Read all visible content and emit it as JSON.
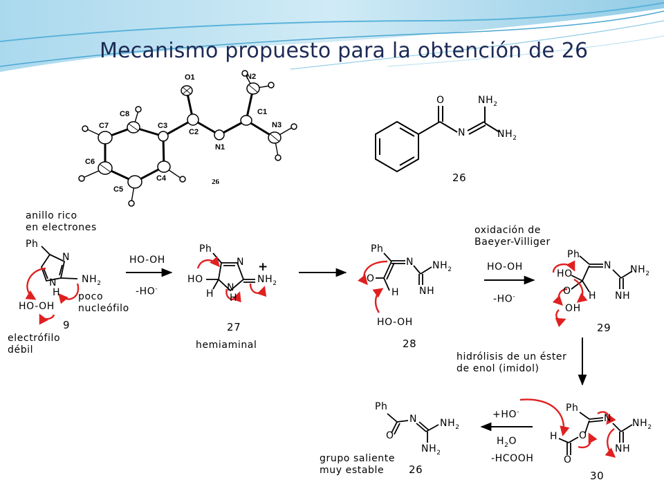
{
  "slide": {
    "title": "Mecanismo propuesto para la obtención de 26",
    "colors": {
      "title": "#1d2a55",
      "arrow_red": "#e02020",
      "wave_blue": "#5ab3da",
      "text": "#000000"
    }
  },
  "crystal": {
    "atoms": {
      "O1": "O1",
      "N2": "N2",
      "C1": "C1",
      "N3": "N3",
      "C3": "C3",
      "C2": "C2",
      "N1": "N1",
      "C7": "C7",
      "C8": "C8",
      "C6": "C6",
      "C5": "C5",
      "C4": "C4"
    },
    "compound_label": "26"
  },
  "structures": {
    "s26_top": {
      "number": "26",
      "O": "O",
      "N": "N",
      "NH2": "NH",
      "sub2": "2"
    },
    "s9": {
      "number": "9",
      "Ph": "Ph",
      "N": "N",
      "NH": "N",
      "H": "H",
      "NH2": "NH",
      "sub2": "2",
      "reagent": "HO-OH"
    },
    "s27": {
      "number": "27",
      "Ph": "Ph",
      "N": "N",
      "HO": "HO",
      "H": "H",
      "NH": "N",
      "Hn": "H",
      "NH2": "NH",
      "sub2": "2",
      "plus": "+"
    },
    "s28": {
      "number": "28",
      "Ph": "Ph",
      "N": "N",
      "O": "O",
      "H": "H",
      "NH": "NH",
      "NH2": "NH",
      "sub2": "2",
      "reagent": "HO-OH"
    },
    "s29": {
      "number": "29",
      "Ph": "Ph",
      "N": "N",
      "HO": "HO",
      "O": "O",
      "OH": "OH",
      "H": "H",
      "NH": "NH",
      "NH2": "NH",
      "sub2": "2"
    },
    "s30": {
      "number": "30",
      "Ph": "Ph",
      "N": "N",
      "H": "H",
      "O": "O",
      "O2": "O",
      "NH": "NH",
      "NH2": "NH",
      "sub2": "2"
    },
    "s26_bottom": {
      "number": "26",
      "Ph": "Ph",
      "N": "N",
      "O": "O",
      "NH2a": "NH",
      "NH2b": "NH",
      "sub2": "2"
    }
  },
  "annotations": {
    "rich_ring": [
      "anillo rico",
      "en electrones"
    ],
    "weak_nucleophile": [
      "poco",
      "nucleófilo"
    ],
    "weak_electrophile": [
      "electrófilo",
      "débil"
    ],
    "hemiaminal": "hemiaminal",
    "baeyer_villiger": [
      "oxidación de",
      "Baeyer-Villiger"
    ],
    "hydrolysis": [
      "hidrólisis de un éster",
      "de enol (imidol)"
    ],
    "leaving_group": [
      "grupo saliente",
      "muy estable"
    ]
  },
  "arrows": {
    "a1": {
      "above": "HO-OH",
      "below": "-HO",
      "sup": "-"
    },
    "a3": {
      "above": "HO-OH",
      "below": "-HO",
      "sup": "-"
    },
    "a5": {
      "above": "+HO",
      "sup": "-",
      "below1": "H",
      "below1_sub": "2",
      "below1_end": "O",
      "below2": "-HCOOH"
    }
  }
}
